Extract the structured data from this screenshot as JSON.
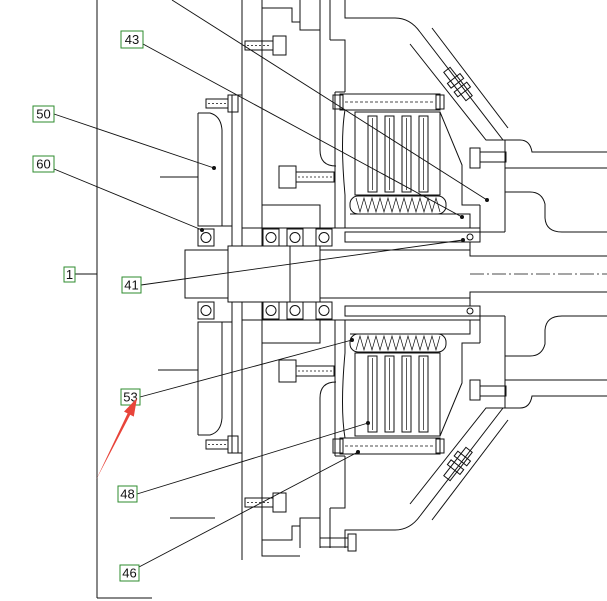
{
  "callouts": [
    {
      "label": "43"
    },
    {
      "label": "50"
    },
    {
      "label": "60"
    },
    {
      "label": "1"
    },
    {
      "label": "41"
    },
    {
      "label": "53"
    },
    {
      "label": "48"
    },
    {
      "label": "46"
    }
  ],
  "colors": {
    "label_border": "#2e8b2e",
    "arrow": "#e8443a",
    "line": "#111111"
  }
}
